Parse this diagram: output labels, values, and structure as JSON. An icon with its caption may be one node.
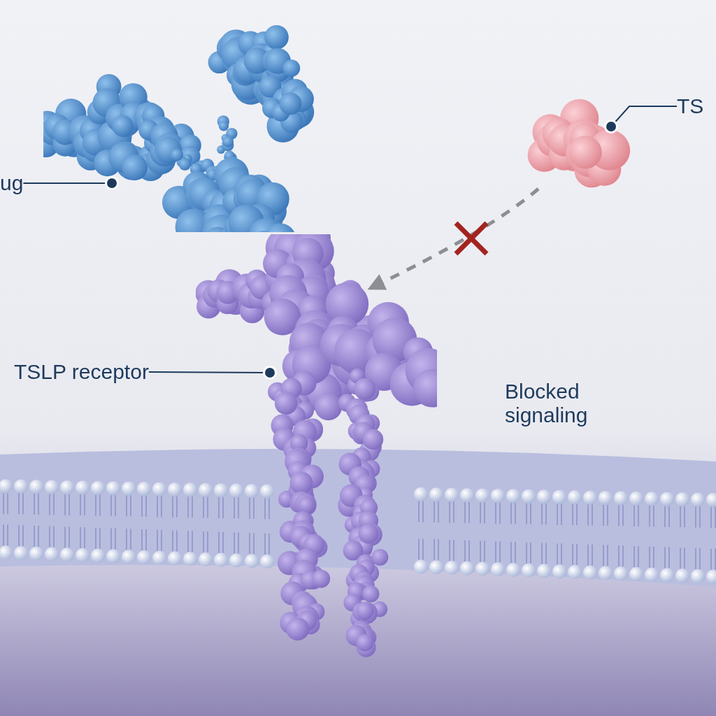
{
  "diagram": {
    "nodes": [
      {
        "text": [
          "ug"
        ]
      },
      {
        "text": [],
        "shape": "picture"
      },
      {
        "text": [
          "TS"
        ]
      },
      {
        "text": [],
        "shape": "picture"
      },
      {
        "text": [
          "TSLP receptor"
        ]
      },
      {
        "text": [],
        "shape": "picture"
      }
    ],
    "edges": [
      {
        "from": 0,
        "to": 1,
        "arrow": "other"
      },
      {
        "from": 2,
        "to": 3,
        "arrow": "other"
      },
      {
        "from": 4,
        "to": 5,
        "arrow": "other"
      },
      {
        "from": 3,
        "to": 5,
        "arrow": "to",
        "style": "dashed",
        "color": "#8c8e93"
      }
    ],
    "labels": [
      "Blocked signaling"
    ]
  }
}
